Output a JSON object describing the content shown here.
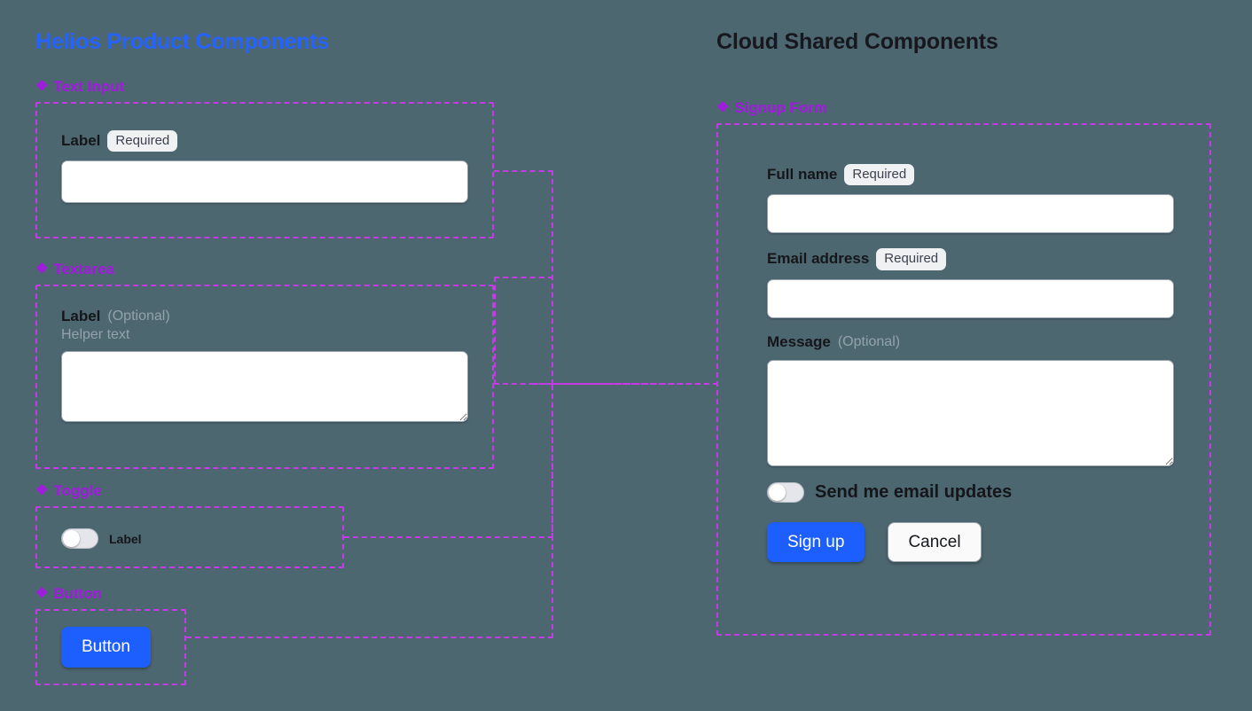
{
  "background_color": "#4d6771",
  "accent_colors": {
    "left_title": "#2563ff",
    "right_title": "#16181d",
    "section_caption": "#a21ae0",
    "panel_dash": "#c63ae8",
    "primary_button": "#1c5ffe",
    "badge_bg": "#f0f1f3",
    "muted_text": "#93a2ab"
  },
  "left_column": {
    "title": "Helios Product Components",
    "sections": [
      {
        "icon": "diamond-cluster-icon",
        "caption": "Text Input",
        "field": {
          "label": "Label",
          "badge": "Required",
          "input_value": "",
          "input_placeholder": ""
        }
      },
      {
        "icon": "diamond-cluster-icon",
        "caption": "Textarea",
        "field": {
          "label": "Label",
          "optional": "(Optional)",
          "helper": "Helper text",
          "textarea_value": "",
          "textarea_placeholder": ""
        }
      },
      {
        "icon": "diamond-cluster-icon",
        "caption": "Toggle",
        "field": {
          "toggle_label": "Label",
          "toggle_on": false
        }
      },
      {
        "icon": "diamond-cluster-icon",
        "caption": "Button",
        "field": {
          "button_label": "Button"
        }
      }
    ]
  },
  "right_column": {
    "title": "Cloud Shared Components",
    "section": {
      "icon": "diamond-cluster-icon",
      "caption": "Signup Form"
    },
    "form": {
      "full_name": {
        "label": "Full name",
        "badge": "Required",
        "value": "",
        "placeholder": ""
      },
      "email": {
        "label": "Email address",
        "badge": "Required",
        "value": "",
        "placeholder": ""
      },
      "message": {
        "label": "Message",
        "optional": "(Optional)",
        "value": "",
        "placeholder": ""
      },
      "toggle": {
        "label": "Send me email updates",
        "on": false
      },
      "submit_label": "Sign up",
      "cancel_label": "Cancel"
    }
  },
  "icons": {
    "diamond_glyph": "❖"
  }
}
